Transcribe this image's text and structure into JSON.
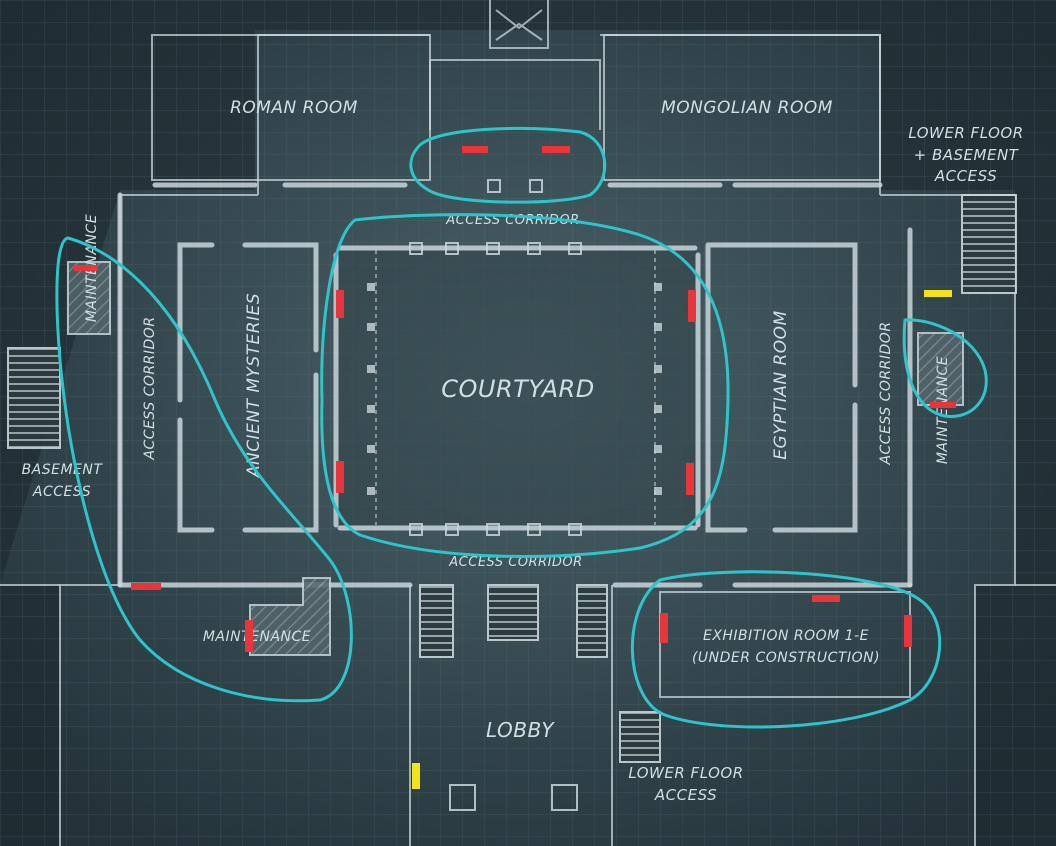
{
  "map": {
    "labels": {
      "roman_room": "ROMAN ROOM",
      "mongolian_room": "MONGOLIAN ROOM",
      "lower_floor_basement_line1": "LOWER FLOOR",
      "lower_floor_basement_line2": "+ BASEMENT",
      "lower_floor_basement_line3": "ACCESS",
      "access_corridor_top": "ACCESS CORRIDOR",
      "access_corridor_bottom": "ACCESS CORRIDOR",
      "access_corridor_left": "ACCESS CORRIDOR",
      "access_corridor_right": "ACCESS CORRIDOR",
      "maintenance_top_left": "MAINTENANCE",
      "maintenance_right": "MAINTENANCE",
      "maintenance_bottom_left": "MAINTENANCE",
      "ancient_mysteries": "ANCIENT MYSTERIES",
      "courtyard": "COURTYARD",
      "egyptian_room": "EGYPTIAN ROOM",
      "basement_access_line1": "BASEMENT",
      "basement_access_line2": "ACCESS",
      "exhibition_line1": "EXHIBITION ROOM 1-E",
      "exhibition_line2": "(UNDER CONSTRUCTION)",
      "lobby": "LOBBY",
      "lower_floor_access_line1": "LOWER FLOOR",
      "lower_floor_access_line2": "ACCESS"
    },
    "colors": {
      "background": "#1f2b2f",
      "annotation": "#2ec4cc",
      "door_marker": "#e8343b",
      "entry_marker": "#f2e31b",
      "linework": "#c9d6da"
    }
  }
}
